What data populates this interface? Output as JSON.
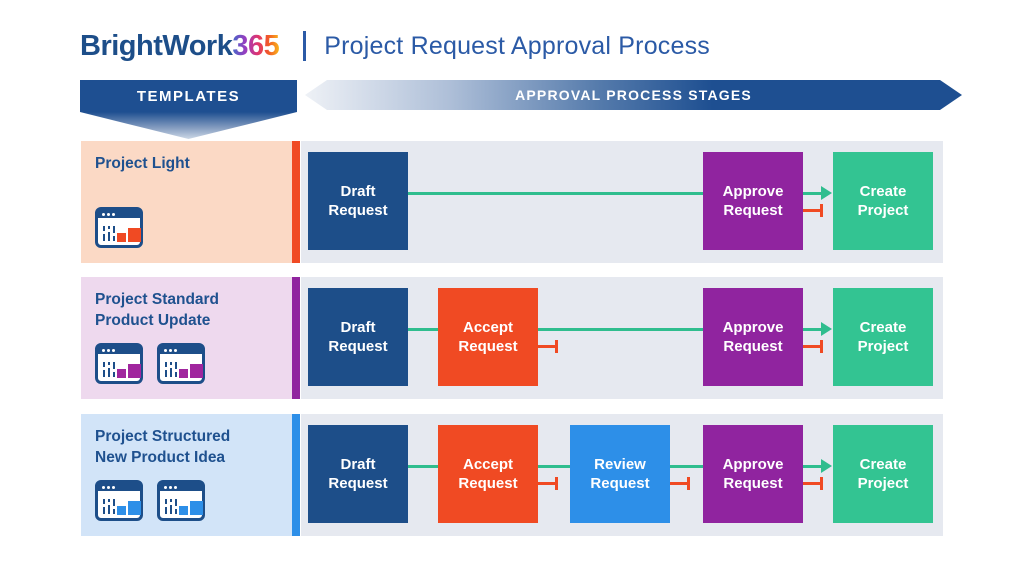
{
  "header": {
    "logo_brand": "BrightWork",
    "logo_suffix": "365",
    "title": "Project Request Approval Process"
  },
  "banners": {
    "templates_label": "TEMPLATES",
    "stages_label": "APPROVAL PROCESS STAGES"
  },
  "colors": {
    "navy": "#1d4e89",
    "banner_navy": "#1e4f91",
    "title_blue": "#2b5aa6",
    "orange": "#f04a23",
    "purple": "#90249f",
    "green": "#33c492",
    "bright_blue": "#2d8fe8",
    "connector_green": "#2fbd8e",
    "reject_orange": "#f04a23",
    "row1_template_bg": "#fbd9c5",
    "row2_template_bg": "#eed9ee",
    "row3_template_bg": "#d2e4f8",
    "process_bg": "#e6e9f0"
  },
  "rows": [
    {
      "label": "Project Light",
      "stages": [
        {
          "label": "Draft\nRequest"
        },
        {
          "label": "Approve\nRequest"
        },
        {
          "label": "Create\nProject"
        }
      ]
    },
    {
      "label": "Project Standard\nProduct Update",
      "stages": [
        {
          "label": "Draft\nRequest"
        },
        {
          "label": "Accept\nRequest"
        },
        {
          "label": "Approve\nRequest"
        },
        {
          "label": "Create\nProject"
        }
      ]
    },
    {
      "label": "Project Structured\nNew Product Idea",
      "stages": [
        {
          "label": "Draft\nRequest"
        },
        {
          "label": "Accept\nRequest"
        },
        {
          "label": "Review\nRequest"
        },
        {
          "label": "Approve\nRequest"
        },
        {
          "label": "Create\nProject"
        }
      ]
    }
  ]
}
